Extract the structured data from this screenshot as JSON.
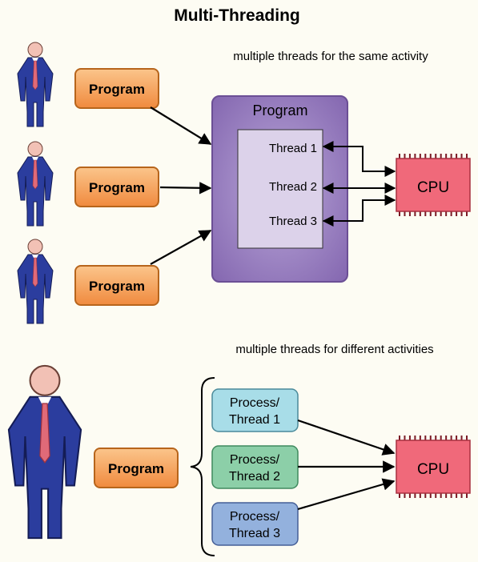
{
  "title": "Multi-Threading",
  "top_section": {
    "caption": "multiple threads for the same activity",
    "programs": [
      "Program",
      "Program",
      "Program"
    ],
    "container_label": "Program",
    "threads": [
      "Thread 1",
      "Thread 2",
      "Thread 3"
    ],
    "cpu_label": "CPU"
  },
  "bottom_section": {
    "caption": "multiple threads for different activities",
    "program_label": "Program",
    "processes": [
      {
        "line1": "Process/",
        "line2": "Thread 1",
        "color": "#a8dde8"
      },
      {
        "line1": "Process/",
        "line2": "Thread 2",
        "color": "#8ccfa8"
      },
      {
        "line1": "Process/",
        "line2": "Thread 3",
        "color": "#93b1dd"
      }
    ],
    "cpu_label": "CPU"
  },
  "colors": {
    "program_fill": "#f6a55c",
    "program_stroke": "#b7651c",
    "container_fill": "#9b82c2",
    "container_stroke": "#6b4f95",
    "thread_panel_fill": "#dcd2ea",
    "cpu_fill": "#f0697a",
    "cpu_stroke": "#a8303f",
    "suit": "#2b3d9e",
    "tie": "#e06a78",
    "head": "#f2c1b5"
  }
}
